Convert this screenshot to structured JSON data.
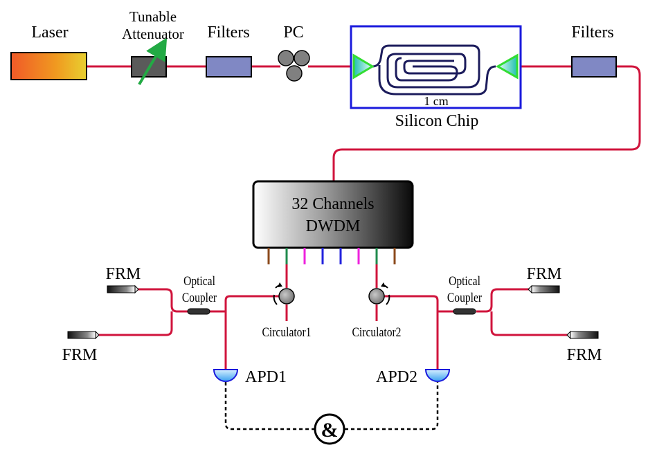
{
  "labels": {
    "laser": "Laser",
    "attenuator_line1": "Tunable",
    "attenuator_line2": "Attenuator",
    "filters_left": "Filters",
    "pc": "PC",
    "filters_right": "Filters",
    "chip_scale": "1 cm",
    "chip_name": "Silicon Chip",
    "dwdm_line1": "32 Channels",
    "dwdm_line2": "DWDM",
    "frm_left_top": "FRM",
    "frm_left_bottom": "FRM",
    "frm_right_top": "FRM",
    "frm_right_bottom": "FRM",
    "coupler_left_line1": "Optical",
    "coupler_left_line2": "Coupler",
    "coupler_right_line1": "Optical",
    "coupler_right_line2": "Coupler",
    "circulator1": "Circulator1",
    "circulator2": "Circulator2",
    "apd1": "APD1",
    "apd2": "APD2",
    "coincidence": "&"
  },
  "colors": {
    "fiber": "#d0143c",
    "chip_border": "#1a1adc",
    "chip_waveguide": "#1c1c5c",
    "grating_coupler": "#33dd33",
    "filter_fill": "#8088c4",
    "attenuator_fill": "#5a5a5a",
    "attenuator_arrow": "#22aa44",
    "pc_paddle": "#808080",
    "apd_fill": "#7fc8ff",
    "channel_brown": "#8b4a1c",
    "channel_green": "#1f8a4c",
    "channel_magenta": "#ee22dd",
    "channel_blue": "#2222dd"
  }
}
